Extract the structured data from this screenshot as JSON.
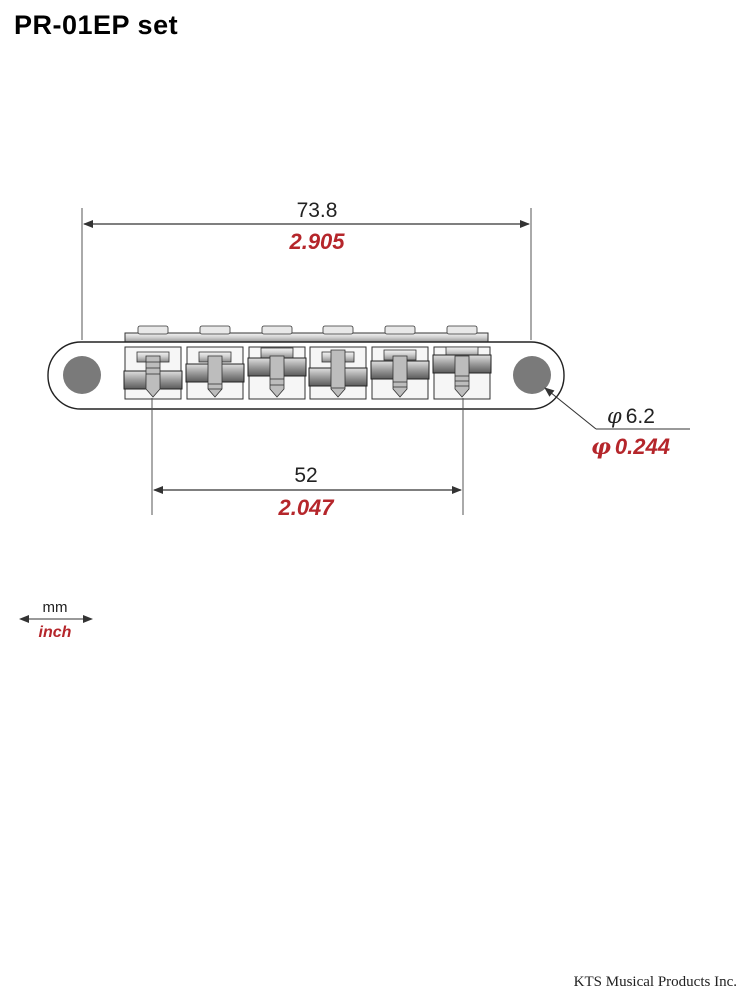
{
  "title": "PR-01EP set",
  "company": "KTS Musical Products Inc.",
  "dimensions": {
    "overall_length": {
      "mm": "73.8",
      "inch": "2.905"
    },
    "string_spread": {
      "mm": "52",
      "inch": "2.047"
    },
    "hole_diameter": {
      "symbol": "φ",
      "mm": "6.2",
      "inch": "0.244"
    }
  },
  "legend": {
    "top": "mm",
    "bottom": "inch"
  },
  "colors": {
    "inch_text": "#b5262b",
    "line": "#333333",
    "hole": "#777777"
  },
  "saddle_count": 6
}
